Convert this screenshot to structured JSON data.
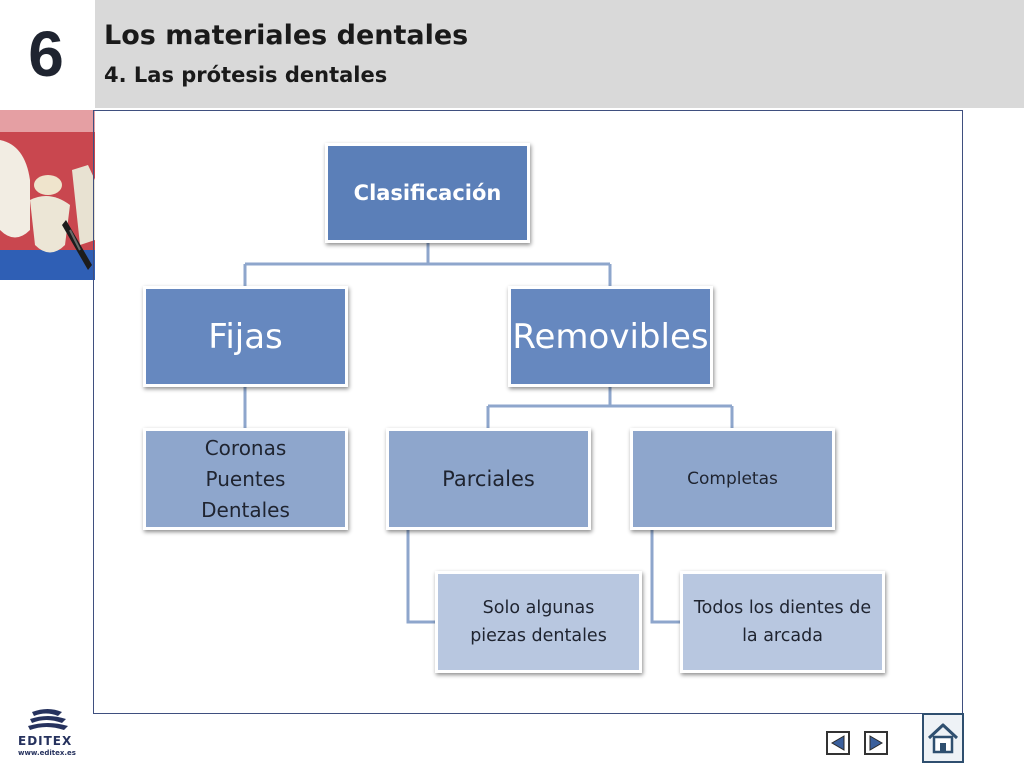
{
  "header": {
    "chapter_number": "6",
    "title": "Los materiales dentales",
    "subtitle": "4. Las prótesis dentales"
  },
  "diagram": {
    "root": "Clasificación",
    "fijas": "Fijas",
    "removibles": "Removibles",
    "fijas_detail": [
      "Coronas",
      "Puentes",
      "Dentales"
    ],
    "parciales": "Parciales",
    "completas": "Completas",
    "parciales_detail": [
      "Solo algunas",
      "piezas dentales"
    ],
    "completas_detail": [
      "Todos los dientes de",
      "la arcada"
    ]
  },
  "brand": {
    "name": "EDITEX",
    "url": "www.editex.es"
  },
  "colors": {
    "header_bg": "#d9d9d9",
    "node_dark": "#5b7fb8",
    "node_mid": "#8ea6cc",
    "node_light": "#b8c7e0",
    "connector": "#8ea6cc"
  },
  "icons": {
    "prev": "triangle-left-icon",
    "next": "triangle-right-icon",
    "home": "house-icon"
  }
}
